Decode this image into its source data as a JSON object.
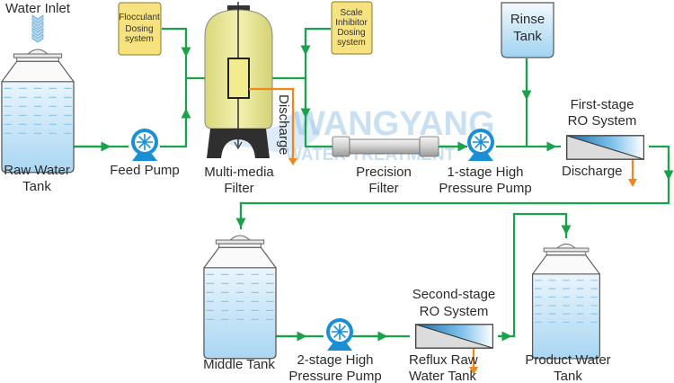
{
  "title": "Two-stage RO Water Treatment Process Flow",
  "watermark": {
    "brand": "WANGYANG",
    "sub": "WATER TREATMENT"
  },
  "colors": {
    "pipe": "#1aa24a",
    "discharge": "#f0861e",
    "water": "#bfe0f5",
    "dosing_box": "#f6e27e",
    "filter_tank": "#e9e79a",
    "pump": "#1b8fd6",
    "tank_outline": "#555555"
  },
  "labels": {
    "water_inlet": "Water Inlet",
    "raw_water_tank": [
      "Raw Water",
      "Tank"
    ],
    "feed_pump": "Feed Pump",
    "flocculant": [
      "Flocculant",
      "Dosing",
      "system"
    ],
    "multimedia_filter": [
      "Multi-media",
      "Filter"
    ],
    "discharge_vertical": "Discharge",
    "scale_inhibitor": [
      "Scale",
      "Inhibitor",
      "Dosing",
      "system"
    ],
    "precision_filter": [
      "Precision",
      "Filter"
    ],
    "hp_pump_1": [
      "1-stage High",
      "Pressure Pump"
    ],
    "rinse_tank": [
      "Rinse",
      "Tank"
    ],
    "first_stage_ro": [
      "First-stage",
      "RO System"
    ],
    "discharge_1": "Discharge",
    "middle_tank": "Middle Tank",
    "hp_pump_2": [
      "2-stage High",
      "Pressure Pump"
    ],
    "second_stage_ro": [
      "Second-stage",
      "RO System"
    ],
    "reflux": [
      "Reflux Raw",
      "Water Tank"
    ],
    "product_tank": [
      "Product Water",
      "Tank"
    ]
  }
}
